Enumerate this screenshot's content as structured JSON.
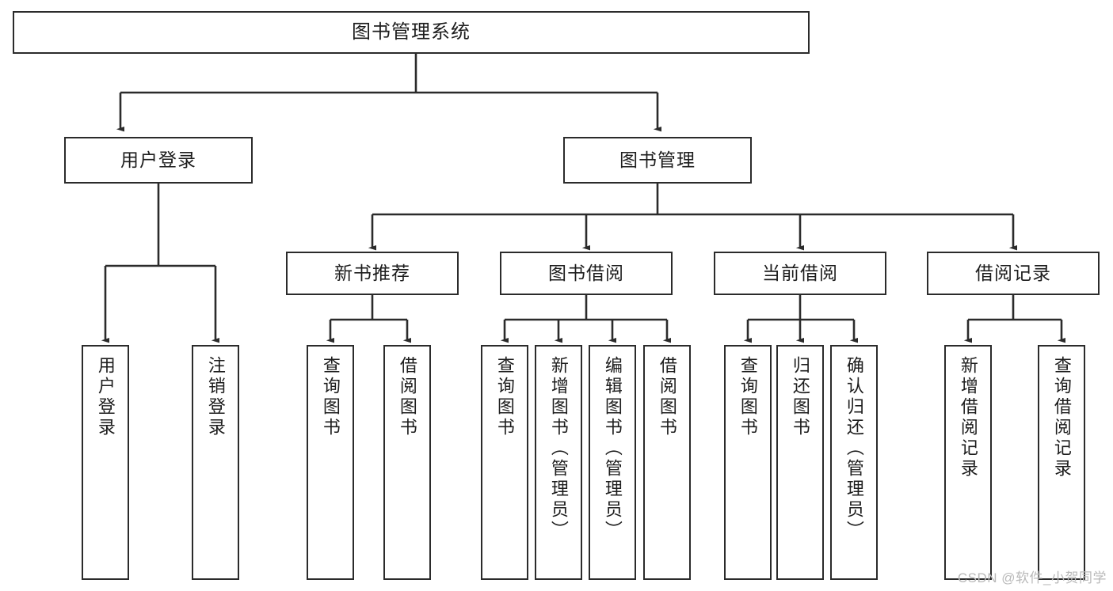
{
  "diagram": {
    "title": "图书管理系统",
    "type": "tree",
    "root": {
      "label": "图书管理系统"
    },
    "level2": [
      {
        "label": "用户登录"
      },
      {
        "label": "图书管理"
      }
    ],
    "level3": [
      {
        "label": "新书推荐"
      },
      {
        "label": "图书借阅"
      },
      {
        "label": "当前借阅"
      },
      {
        "label": "借阅记录"
      }
    ],
    "leaves": {
      "user_login": [
        {
          "label": "用户登录"
        },
        {
          "label": "注销登录"
        }
      ],
      "new_book_recommend": [
        {
          "label": "查询图书"
        },
        {
          "label": "借阅图书"
        }
      ],
      "book_borrow": [
        {
          "label": "查询图书"
        },
        {
          "label": "新增图书（管理员）"
        },
        {
          "label": "编辑图书（管理员）"
        },
        {
          "label": "借阅图书"
        }
      ],
      "current_borrow": [
        {
          "label": "查询图书"
        },
        {
          "label": "归还图书"
        },
        {
          "label": "确认归还（管理员）"
        }
      ],
      "borrow_records": [
        {
          "label": "新增借阅记录"
        },
        {
          "label": "查询借阅记录"
        }
      ]
    }
  },
  "watermark": {
    "text": "CSDN @软件_小贺同学"
  },
  "colors": {
    "stroke": "#2b2b2b",
    "background": "#ffffff",
    "text": "#1d1d1d",
    "watermark": "#b9b9b9"
  }
}
